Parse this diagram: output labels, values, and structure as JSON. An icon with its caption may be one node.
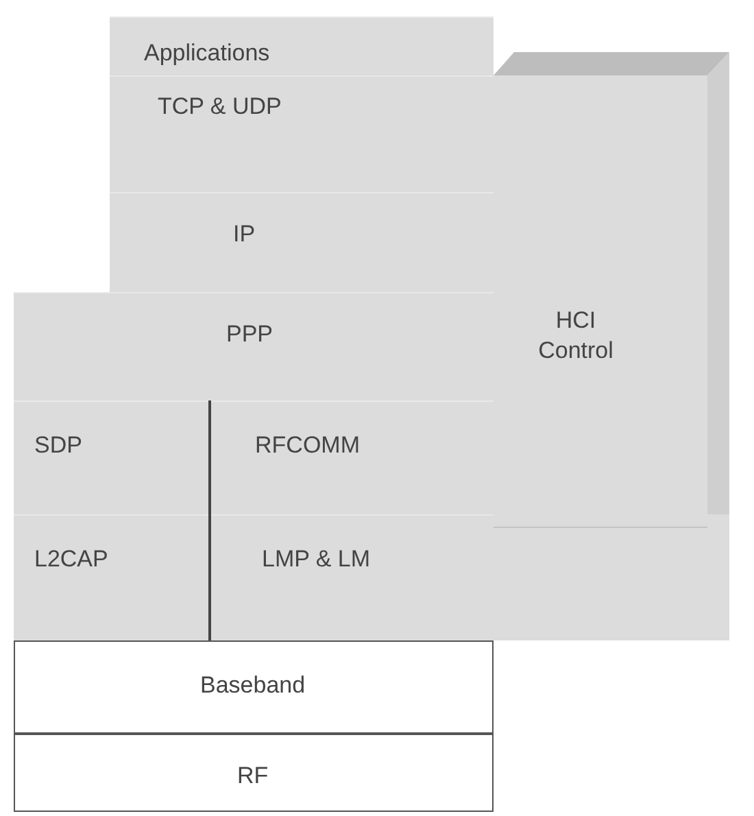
{
  "diagram": {
    "nodes": [
      {
        "text": [
          "Applications"
        ]
      },
      {
        "text": [
          "TCP & UDP"
        ]
      },
      {
        "text": [
          "IP"
        ]
      },
      {
        "text": [
          "PPP"
        ]
      },
      {
        "text": [
          "SDP"
        ]
      },
      {
        "text": [
          "RFCOMM"
        ]
      },
      {
        "text": [
          "L2CAP"
        ]
      },
      {
        "text": [
          "LMP & LM"
        ]
      },
      {
        "text": [
          "Baseband"
        ]
      },
      {
        "text": [
          "RF"
        ]
      },
      {
        "text": [
          "HCI Control"
        ]
      }
    ],
    "edges": []
  }
}
